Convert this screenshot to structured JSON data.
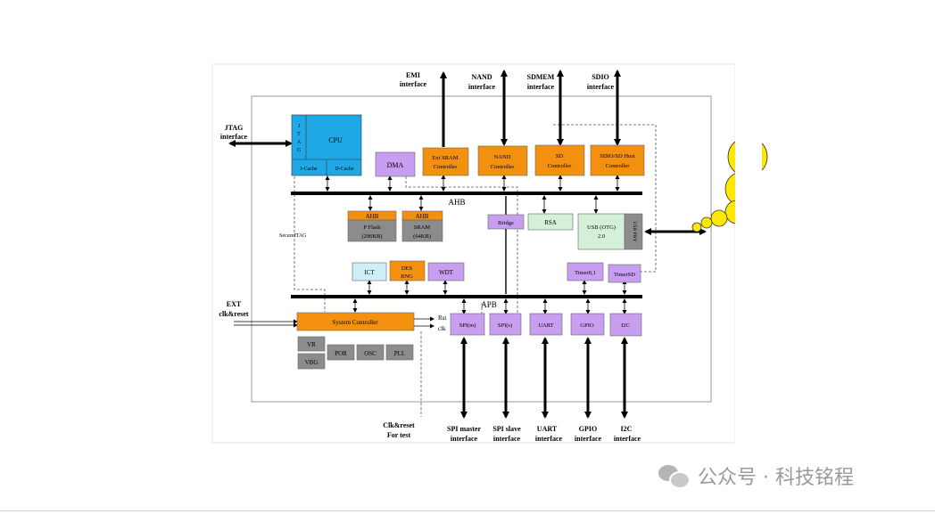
{
  "colors": {
    "cyan": "#1ea9e6",
    "orange": "#f4900f",
    "violet": "#c79ef0",
    "gray": "#8c8c8c",
    "mint": "#d4f0d8",
    "lightcyan": "#cfeff6",
    "yellow": "#ffe800",
    "line": "#000000"
  },
  "external": {
    "emi": [
      "EMI",
      "interface"
    ],
    "nand": [
      "NAND",
      "interface"
    ],
    "sdmem": [
      "SDMEM",
      "interface"
    ],
    "sdio": [
      "SDIO",
      "interface"
    ],
    "jtag": [
      "JTAG",
      "interface"
    ],
    "ext": [
      "EXT",
      "clk&reset"
    ],
    "clk_test": [
      "Clk&reset",
      "For test"
    ],
    "spi_master": [
      "SPI master",
      "interface"
    ],
    "spi_slave": [
      "SPI slave",
      "interface"
    ],
    "uart": [
      "UART",
      "interface"
    ],
    "gpio": [
      "GPIO",
      "interface"
    ],
    "i2c": [
      "I2C",
      "interface"
    ]
  },
  "blocks": {
    "cpu": "CPU",
    "jtag_vertical": [
      "J",
      "T",
      "A",
      "G"
    ],
    "icache": "I-Cache",
    "dcache": "D-Cache",
    "dma": "DMA",
    "ext_sram": [
      "Ext SRAM",
      "Controller"
    ],
    "nand_ctrl": [
      "NAND",
      "Controller"
    ],
    "sd_ctrl": [
      "SD",
      "Controller"
    ],
    "sdio_ctrl": [
      "SDIO/SD Host",
      "Controller"
    ],
    "ahb_bus": "AHB",
    "apb_bus": "APB",
    "pflash": [
      "AHB",
      "P Flash",
      "(296KB)"
    ],
    "sram": [
      "AHB",
      "SRAM",
      "(64KB)"
    ],
    "bridge": "Bridge",
    "rsa": "RSA",
    "usb": [
      "USB (OTG)",
      "2.0"
    ],
    "usb_phy": "USB PHY",
    "secure_jtag": "SecureJTAG",
    "ict": "ICT",
    "des": [
      "DES",
      "RNG"
    ],
    "wdt": "WDT",
    "timer01": "Timer0,1",
    "timersd": "TimerSD",
    "sysctrl": "System Controller",
    "rst": "Rst",
    "clk": "clk",
    "vr": "VR",
    "vbg": "VBG",
    "por": "POR",
    "osc": "OSC",
    "pll": "PLL",
    "spim": "SPI(m)",
    "spis": "SPI(s)",
    "uart": "UART",
    "gpio": "GPIO",
    "i2c": "I2C"
  },
  "watermark": "公众号 · 科技铭程"
}
